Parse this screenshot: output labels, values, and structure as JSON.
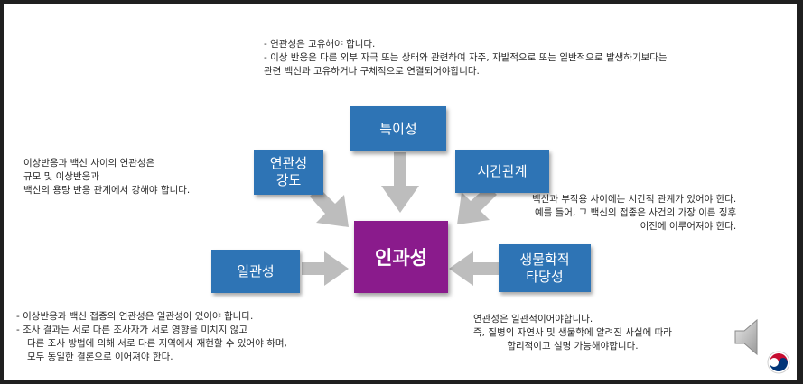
{
  "top_note": {
    "lines": [
      "- 연관성은 고유해야 합니다.",
      "- 이상 반응은 다른 외부 자극 또는 상태와 관련하여 자주, 자발적으로 또는 일반적으로 발생하기보다는",
      "관련 백신과 고유하거나 구체적으로 연결되어야합니다."
    ]
  },
  "left_note": {
    "lines": [
      "이상반응과 백신 사이의 연관성은",
      "규모 및 이상반응과",
      "백신의 용량 반응 관계에서 강해야 합니다."
    ]
  },
  "right_note": {
    "lines": [
      "백신과 부작용 사이에는 시간적 관계가 있어야 한다.",
      "예를 들어, 그 백신의 접종은 사건의 가장 이른 징후",
      "이전에 이루어져야 한다."
    ]
  },
  "bottom_left_note": {
    "lines": [
      "- 이상반응과 백신 접종의 연관성은 일관성이 있어야 합니다.",
      "- 조사 결과는 서로 다른 조사자가 서로 영향을 미치지 않고",
      "다른 조사 방법에 의해 서로 다른 지역에서 재현할 수 있어야 하며,",
      "모두 동일한 결론으로 이어져야 한다."
    ]
  },
  "bottom_right_note": {
    "lines": [
      "연관성은 일관적이어야합니다.",
      "즉, 질병의 자연사 및 생물학에 알려진 사실에 따라",
      "합리적이고 설명 가능해야합니다."
    ]
  },
  "boxes": {
    "specificity": {
      "line1": "특이성"
    },
    "strength": {
      "line1": "연관성",
      "line2": "강도"
    },
    "temporal": {
      "line1": "시간관계"
    },
    "consistency": {
      "line1": "일관성"
    },
    "plausibility": {
      "line1": "생물학적",
      "line2": "타당성"
    },
    "center": {
      "label": "인과성"
    }
  },
  "colors": {
    "box_blue": "#2e74b5",
    "center_purple": "#8a1b8c",
    "arrow_gray": "#bdbdbd"
  },
  "icons": [
    "speaker-icon",
    "government-emblem-icon"
  ]
}
